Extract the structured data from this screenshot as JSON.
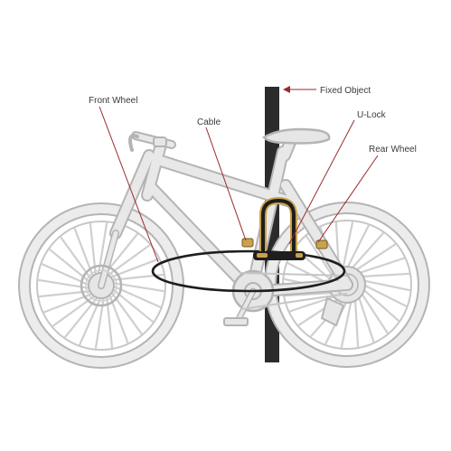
{
  "labels": {
    "fixed_object": "Fixed Object",
    "front_wheel": "Front Wheel",
    "cable": "Cable",
    "u_lock": "U-Lock",
    "rear_wheel": "Rear Wheel"
  },
  "colors": {
    "leader": "#9b2a2a",
    "bike_fill": "#e6e6e6",
    "bike_stroke": "#b4b4b4",
    "post": "#2b2b2b",
    "cable": "#1e1e1e",
    "lock_accent": "#caa24a"
  }
}
